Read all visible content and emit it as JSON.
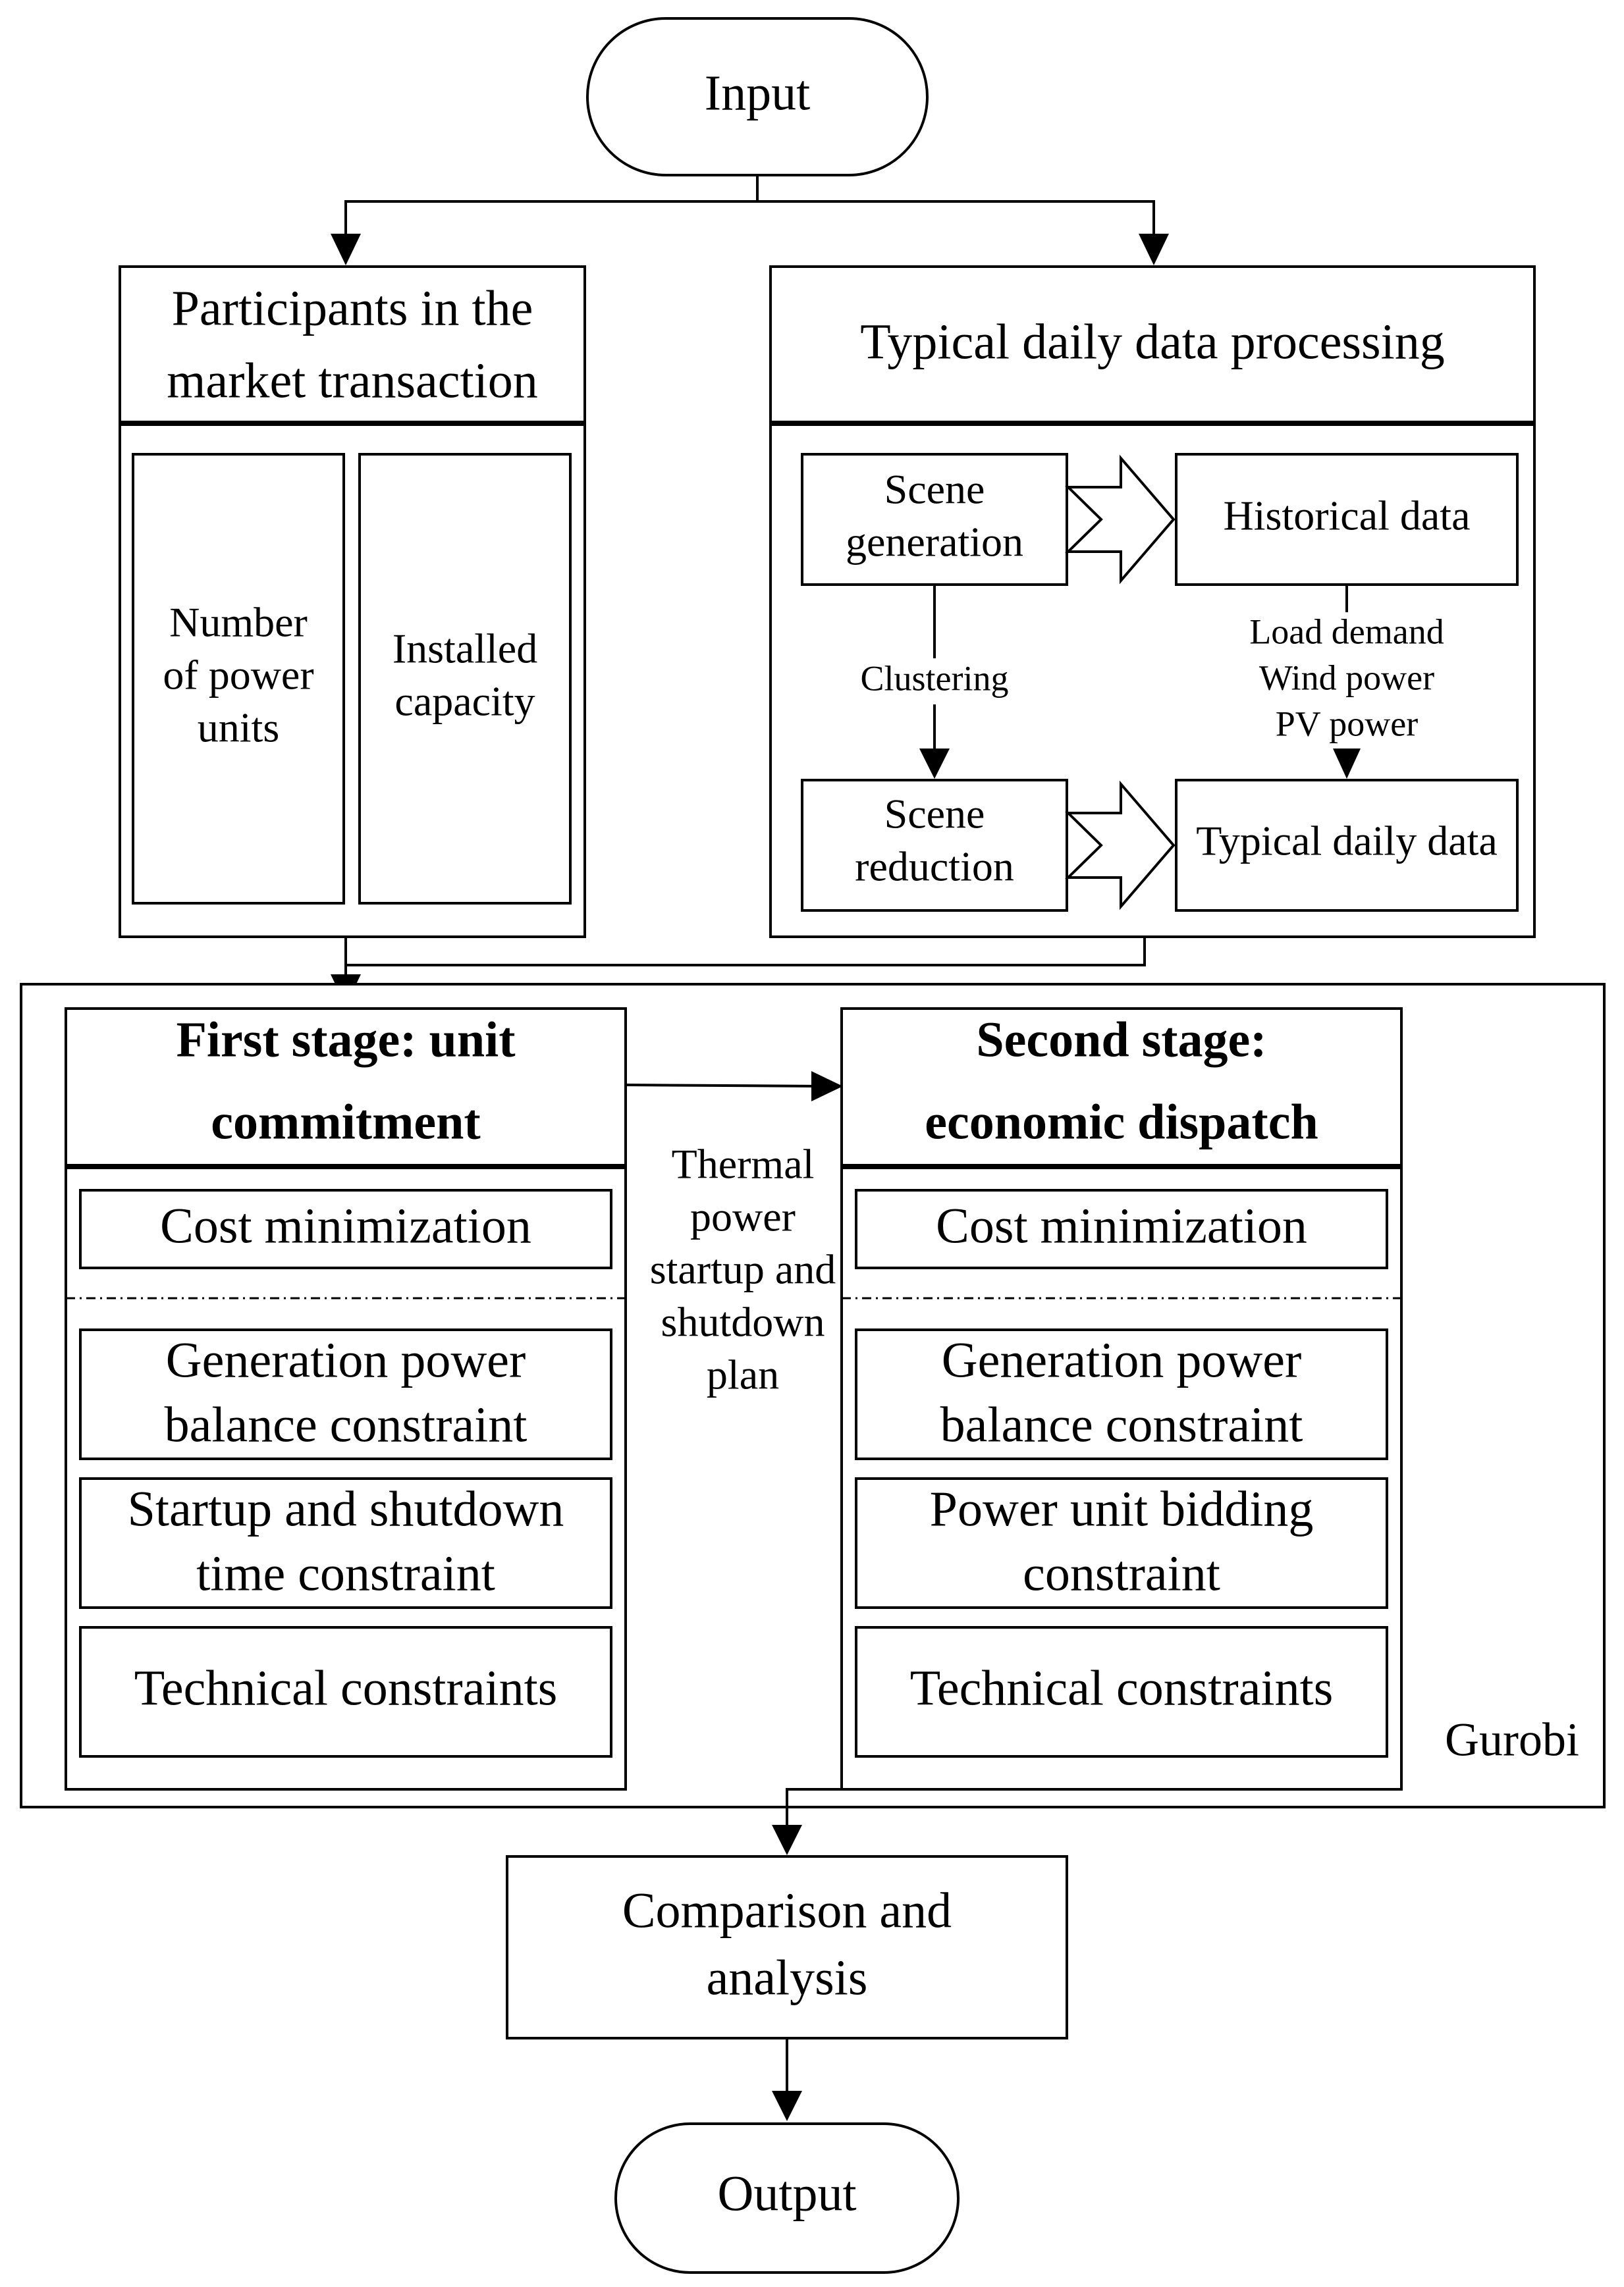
{
  "start": {
    "label": "Input"
  },
  "participants": {
    "title_line1": "Participants in the",
    "title_line2": "market transaction",
    "units": {
      "line1": "Number",
      "line2": "of power",
      "line3": "units"
    },
    "capacity": {
      "line1": "Installed",
      "line2": "capacity"
    }
  },
  "processing": {
    "title": "Typical daily data processing",
    "scene_generation": {
      "line1": "Scene",
      "line2": "generation"
    },
    "historical_data": "Historical data",
    "clustering": "Clustering",
    "data_types": {
      "line1": "Load demand",
      "line2": "Wind power",
      "line3": "PV power"
    },
    "scene_reduction": {
      "line1": "Scene",
      "line2": "reduction"
    },
    "typical_daily_data": "Typical daily data"
  },
  "solver": {
    "label": "Gurobi"
  },
  "first_stage": {
    "title_line1": "First stage: unit",
    "title_line2": "commitment",
    "objective": "Cost minimization",
    "constraint1": {
      "line1": "Generation power",
      "line2": "balance constraint"
    },
    "constraint2": {
      "line1": "Startup and shutdown",
      "line2": "time constraint"
    },
    "constraint3": "Technical constraints"
  },
  "transfer": {
    "line1": "Thermal",
    "line2": "power",
    "line3": "startup and",
    "line4": "shutdown",
    "line5": "plan"
  },
  "second_stage": {
    "title_line1": "Second stage:",
    "title_line2": "economic dispatch",
    "objective": "Cost minimization",
    "constraint1": {
      "line1": "Generation power",
      "line2": "balance constraint"
    },
    "constraint2": {
      "line1": "Power unit bidding",
      "line2": "constraint"
    },
    "constraint3": "Technical constraints"
  },
  "comparison": {
    "line1": "Comparison and",
    "line2": "analysis"
  },
  "end": {
    "label": "Output"
  }
}
